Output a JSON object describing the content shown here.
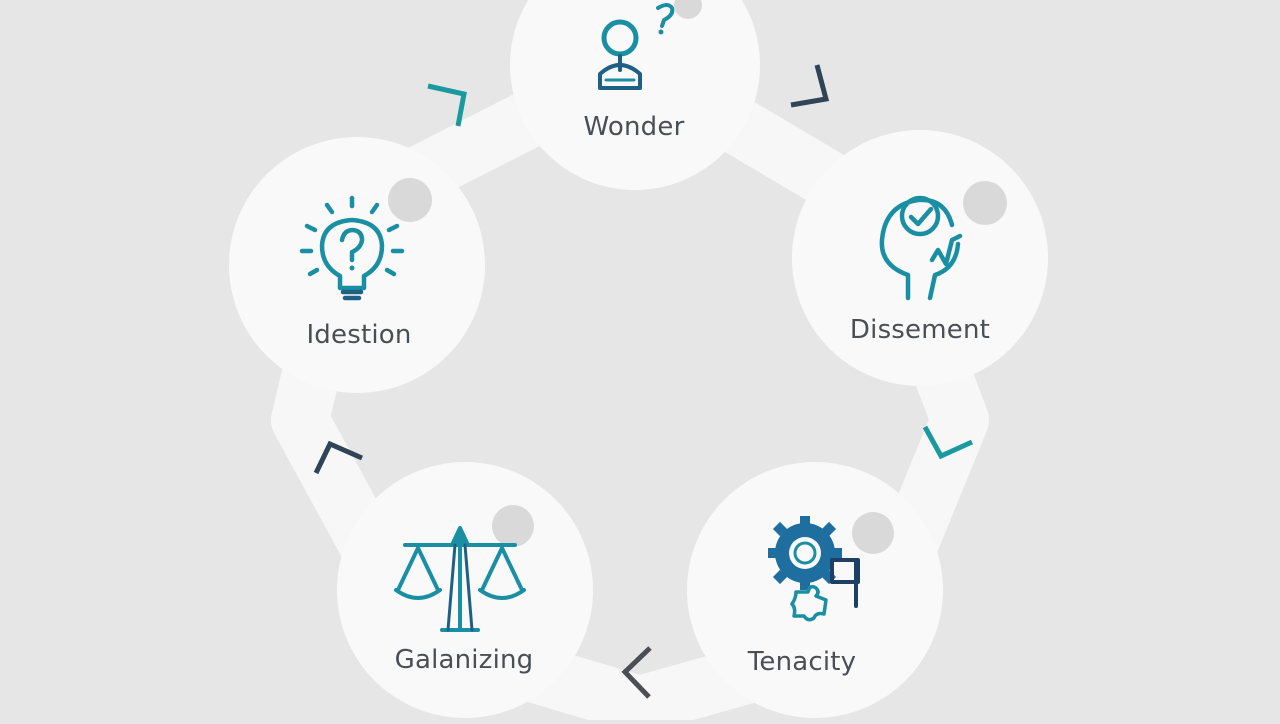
{
  "diagram": {
    "type": "cycle",
    "direction": "clockwise",
    "colors": {
      "background": "#e6e6e6",
      "ring": "#f7f7f7",
      "node": "#f9f9f9",
      "icon_teal": "#1a8fa3",
      "icon_dark": "#1e5f84",
      "arrow_dark": "#2f4456",
      "label": "#4a4f55",
      "status_dot": "#d9d9d9"
    },
    "nodes": [
      {
        "id": "wonder",
        "label": "Wonder",
        "icon": "person-question-icon"
      },
      {
        "id": "dissement",
        "label": "Dissement",
        "icon": "head-check-icon"
      },
      {
        "id": "tenacity",
        "label": "Tenacity",
        "icon": "gear-puzzle-icon"
      },
      {
        "id": "galanizing",
        "label": "Galanizing",
        "icon": "balance-scale-icon"
      },
      {
        "id": "idestion",
        "label": "Idestion",
        "icon": "lightbulb-question-icon"
      }
    ],
    "arrows": [
      {
        "from": "wonder",
        "to": "dissement"
      },
      {
        "from": "dissement",
        "to": "tenacity"
      },
      {
        "from": "tenacity",
        "to": "galanizing"
      },
      {
        "from": "galanizing",
        "to": "idestion"
      },
      {
        "from": "idestion",
        "to": "wonder"
      }
    ]
  }
}
